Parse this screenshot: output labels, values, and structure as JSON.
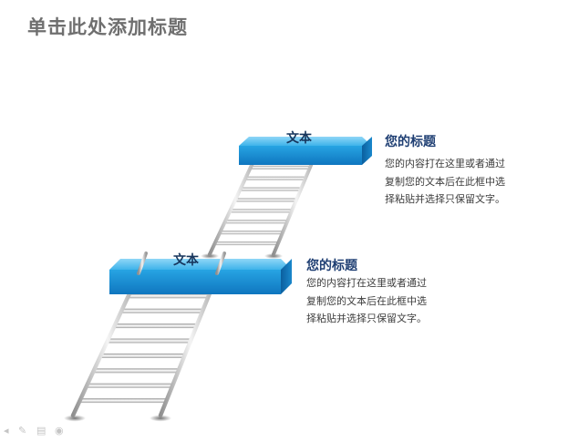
{
  "slide": {
    "title": "单击此处添加标题"
  },
  "steps": [
    {
      "block_label": "文本",
      "heading": "您的标题",
      "body": "您的内容打在这里或者通过\n复制您的文本后在此框中选\n择粘贴并选择只保留文字。"
    },
    {
      "block_label": "文本",
      "heading": "您的标题",
      "body": "您的内容打在这里或者通过\n复制您的文本后在此框中选\n择粘贴并选择只保留文字。"
    }
  ],
  "colors": {
    "accent": "#2aa9e8",
    "accent_dark": "#0e6fb6",
    "title_text": "#6f6f6f",
    "heading_text": "#1f3f73"
  },
  "toolbar": {
    "icons": [
      "arrow-icon",
      "pen-icon",
      "menu-icon",
      "eye-icon"
    ]
  }
}
